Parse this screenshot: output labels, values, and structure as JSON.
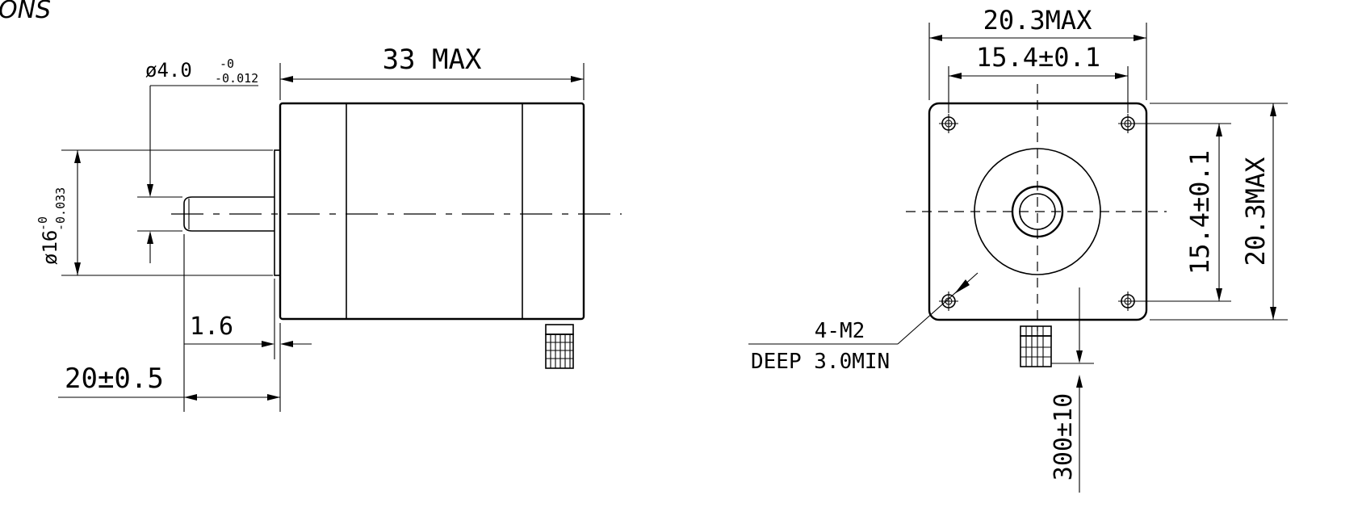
{
  "header": {
    "title_fragment": "ONS"
  },
  "side_view": {
    "shaft_dia_label": "ø4.0",
    "shaft_dia_tol_upper": "-0",
    "shaft_dia_tol_lower": "-0.012",
    "length_label": "33 MAX",
    "boss_dia_label": "ø16",
    "boss_dia_tol_upper": "-0",
    "boss_dia_tol_lower": "-0.033",
    "boss_height_label": "1.6",
    "shaft_length_label": "20±0.5"
  },
  "front_view": {
    "width_max_label": "20.3MAX",
    "hole_spacing_label": "15.4±0.1",
    "height_max_label": "20.3MAX",
    "hole_spacing_v_label": "15.4±0.1",
    "thread_label": "4-M2",
    "thread_depth_label": "DEEP 3.0MIN",
    "lead_length_label": "300±10"
  }
}
